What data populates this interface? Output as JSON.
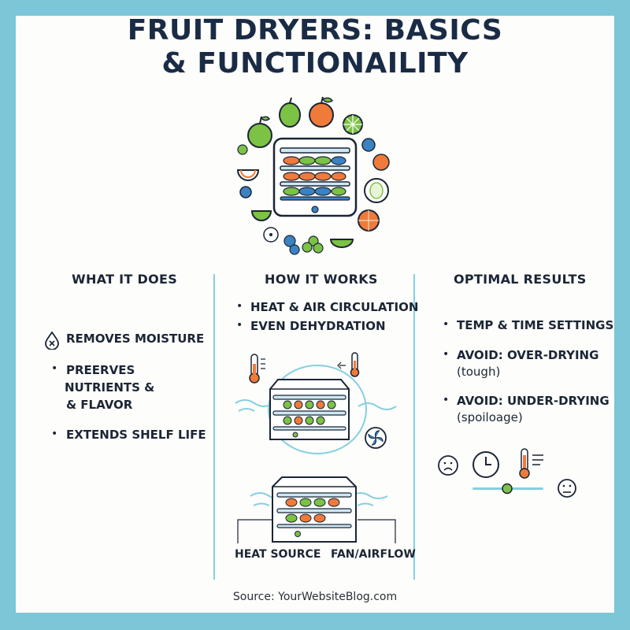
{
  "header": {
    "title_line1": "FRUIT DRYERS: BASICS",
    "title_line2": "& FUNCTIONAILITY"
  },
  "columns": {
    "what": {
      "heading": "WHAT IT DOES",
      "item1": "REMOVES MOISTURE",
      "item2_line1": "PREERVES",
      "item2_line2": "NUTRIENTS &",
      "item2_line3": "& FLAVOR",
      "item3": "EXTENDS SHELF LIFE"
    },
    "how": {
      "heading": "HOW IT WORKS",
      "item1": "HEAT & AIR CIRCULATION",
      "item2": "EVEN DEHYDRATION",
      "label_heat": "HEAT SOURCE",
      "label_fan": "FAN/AIRFLOW"
    },
    "optimal": {
      "heading": "OPTIMAL RESULTS",
      "item1": "TEMP & TIME SETTINGS",
      "item2": "AVOID: OVER-DRYING",
      "item2_note": "(tough)",
      "item3": "AVOID: UNDER-DRYING",
      "item3_note": "(spoiloage)"
    }
  },
  "icons": [
    "droplet-x-icon",
    "thermometer-icon",
    "fan-icon",
    "dehydrator-icon",
    "sad-face-icon",
    "clock-icon",
    "neutral-face-icon",
    "slider-icon"
  ],
  "colors": {
    "frame": "#7cc6d8",
    "accent_green": "#7cc244",
    "accent_blue": "#3b82c4",
    "accent_orange": "#f07a3a",
    "text": "#1b2535"
  },
  "footer": {
    "source": "Source: YourWebsiteBlog.com"
  }
}
